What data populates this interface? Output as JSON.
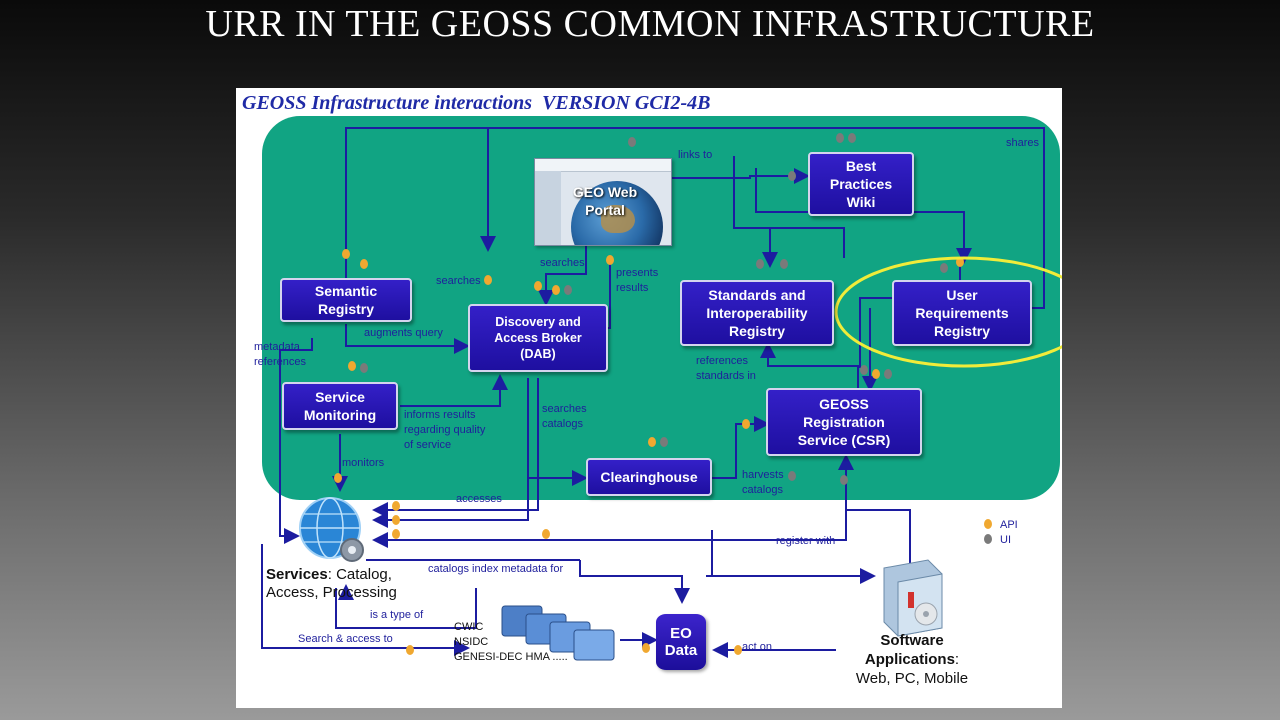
{
  "slide": {
    "title": "URR IN THE GEOSS COMMON INFRASTRUCTURE"
  },
  "diagram": {
    "title": "GEOSS Infrastructure interactions  VERSION GCI2-4B",
    "colors": {
      "panel_green": "#11a483",
      "box_blue": "#2a18b8",
      "highlight": "#f0ec3a",
      "api_dot": "#f0a830",
      "ui_dot": "#7a7a7a"
    },
    "nodes": {
      "portal": "GEO Web\nPortal",
      "best_practices": "Best\nPractices\nWiki",
      "semantic_registry": "Semantic\nRegistry",
      "dab": "Discovery and\nAccess Broker\n(DAB)",
      "standards_registry": "Standards and\nInteroperability\nRegistry",
      "urr": "User\nRequirements\nRegistry",
      "service_monitoring": "Service\nMonitoring",
      "csr": "GEOSS\nRegistration\nService (CSR)",
      "clearinghouse": "Clearinghouse",
      "eo_data": "EO\nData"
    },
    "labels": {
      "links_to": "links to",
      "shares": "shares",
      "searches_1": "searches",
      "searches_2": "searches",
      "presents_results": "presents\nresults",
      "augments_query": "augments query",
      "metadata_references": "metadata\nreferences",
      "references_standards": "references\nstandards in",
      "informs_results": "informs results\nregarding quality\nof service",
      "searches_catalogs": "searches\ncatalogs",
      "monitors": "monitors",
      "accesses": "accesses",
      "harvests_catalogs": "harvests\ncatalogs",
      "register_with": "register with",
      "catalogs_index": "catalogs index metadata for",
      "is_a_type_of": "is a type of",
      "search_access_to": "Search  & access to",
      "act_on": "act on",
      "catalogs_list": "CWIC\n  NSIDC\n    GENESI-DEC HMA  ....."
    },
    "services_caption": {
      "bold": "Services",
      "rest": ": Catalog,\nAccess, Processing"
    },
    "software_caption": {
      "bold": "Software\nApplications",
      "rest": ":\nWeb, PC, Mobile"
    },
    "legend": [
      {
        "label": "API",
        "color": "#f0a830"
      },
      {
        "label": "UI",
        "color": "#7a7a7a"
      }
    ]
  }
}
